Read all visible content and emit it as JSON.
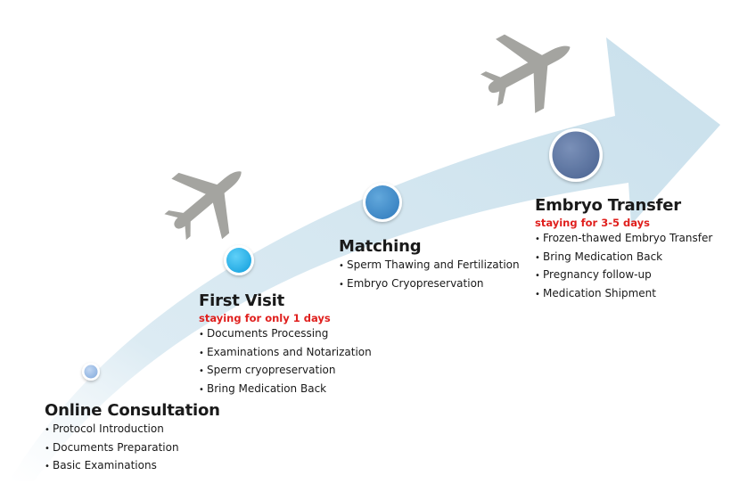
{
  "stages": [
    {
      "title": "Online Consultation",
      "items": [
        "Protocol Introduction",
        "Documents Preparation",
        "Basic Examinations"
      ]
    },
    {
      "title": "First Visit",
      "stay": "staying for only 1 days",
      "items": [
        "Documents Processing",
        "Examinations and Notarization",
        "Sperm cryopreservation",
        "Bring Medication Back"
      ]
    },
    {
      "title": "Matching",
      "items": [
        "Sperm Thawing and Fertilization",
        "Embryo Cryopreservation"
      ]
    },
    {
      "title": "Embryo Transfer",
      "stay": "staying for 3-5 days",
      "items": [
        "Frozen-thawed Embryo Transfer",
        "Bring Medication Back",
        "Pregnancy follow-up",
        "Medication Shipment"
      ]
    }
  ],
  "colors": {
    "arrow_fill": "#cfe3ee",
    "airplane": "#a4a4a0",
    "stay_text": "#e0201e",
    "marker_1": "#9bbde6",
    "marker_2": "#33b6ea",
    "marker_3": "#4592cc",
    "marker_4": "#5e79a6"
  },
  "icons": [
    "airplane-icon",
    "airplane-icon"
  ]
}
